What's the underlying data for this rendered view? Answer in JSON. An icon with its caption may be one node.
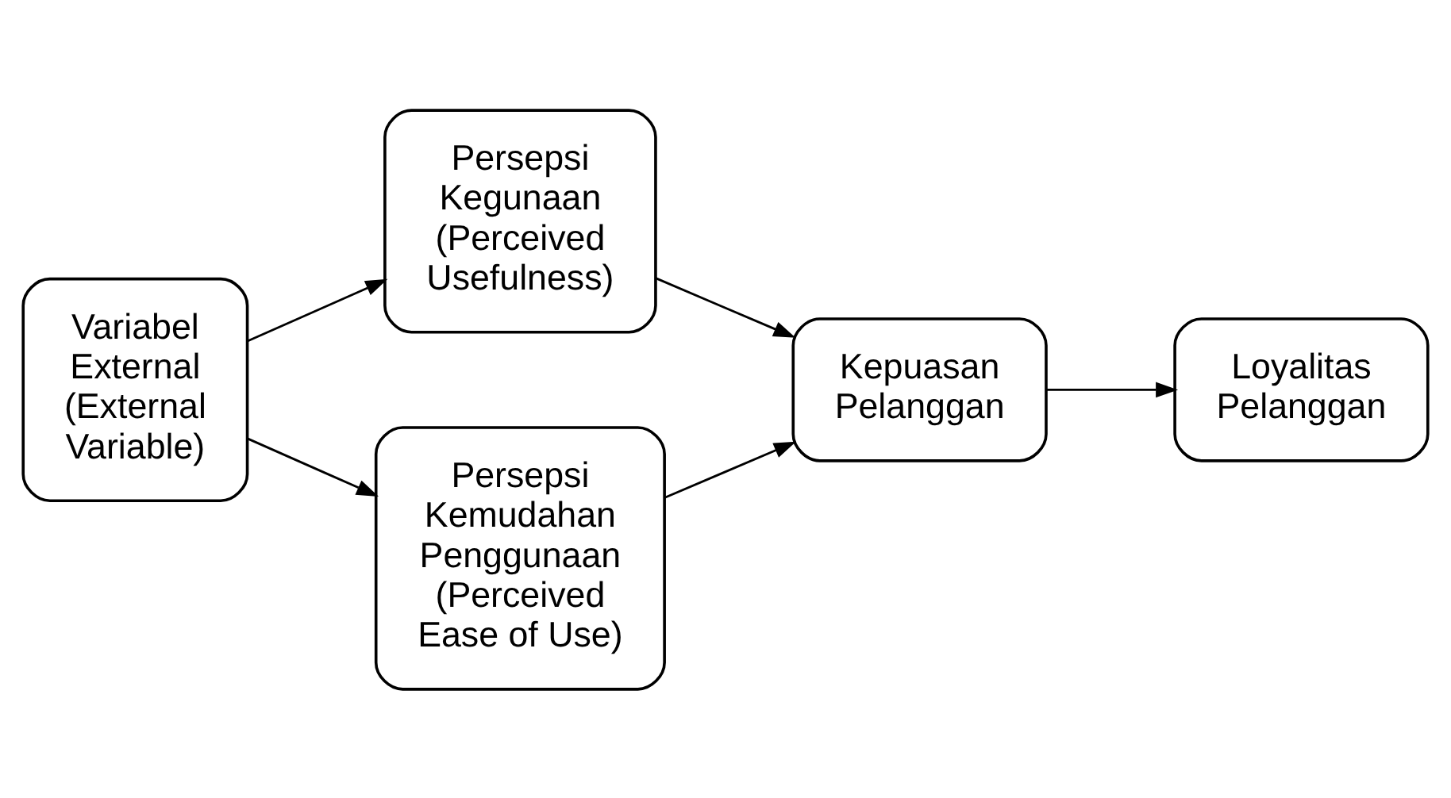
{
  "diagram": {
    "nodes": [
      {
        "text": [
          "Variabel External (External Variable)"
        ]
      },
      {
        "text": [
          "Persepsi Kegunaan (Perceived Usefulness)"
        ]
      },
      {
        "text": [
          "Persepsi Kemudahan Penggunaan (Perceived Ease of Use)"
        ]
      },
      {
        "text": [
          "Kepuasan Pelanggan"
        ]
      },
      {
        "text": [
          "Loyalitas Pelanggan"
        ]
      }
    ],
    "edges": [
      {
        "from": 0,
        "to": 1,
        "arrow": "to"
      },
      {
        "from": 0,
        "to": 2,
        "arrow": "to"
      },
      {
        "from": 1,
        "to": 3,
        "arrow": "to"
      },
      {
        "from": 2,
        "to": 3,
        "arrow": "to"
      },
      {
        "from": 3,
        "to": 4,
        "arrow": "to"
      }
    ]
  }
}
